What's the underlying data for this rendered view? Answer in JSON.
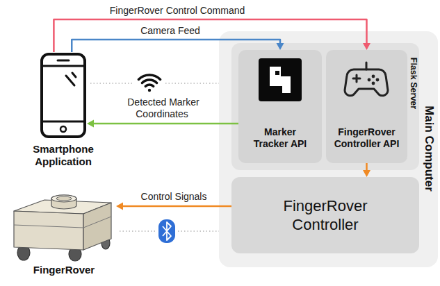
{
  "diagram": {
    "nodes": [
      {
        "text": [
          "Smartphone Application"
        ]
      },
      {
        "text": [
          "FingerRover"
        ]
      },
      {
        "text": [
          "Main Computer"
        ]
      },
      {
        "text": [
          "Flask Server"
        ],
        "in": 2
      },
      {
        "text": [
          "Marker Tracker API"
        ],
        "in": 3
      },
      {
        "text": [
          "FingerRover Controller API"
        ],
        "in": 3
      },
      {
        "text": [
          "FingerRover Controller"
        ],
        "in": 2
      }
    ],
    "edges": [
      {
        "from": 0,
        "to": 5,
        "label": "FingerRover Control Command",
        "arrow": "to"
      },
      {
        "from": 0,
        "to": 4,
        "label": "Camera Feed",
        "arrow": "to"
      },
      {
        "from": 4,
        "to": 0,
        "label": "Detected Marker Coordinates",
        "arrow": "to"
      },
      {
        "from": 5,
        "to": 6,
        "arrow": "to"
      },
      {
        "from": 6,
        "to": 1,
        "label": "Control Signals",
        "arrow": "to"
      }
    ]
  }
}
